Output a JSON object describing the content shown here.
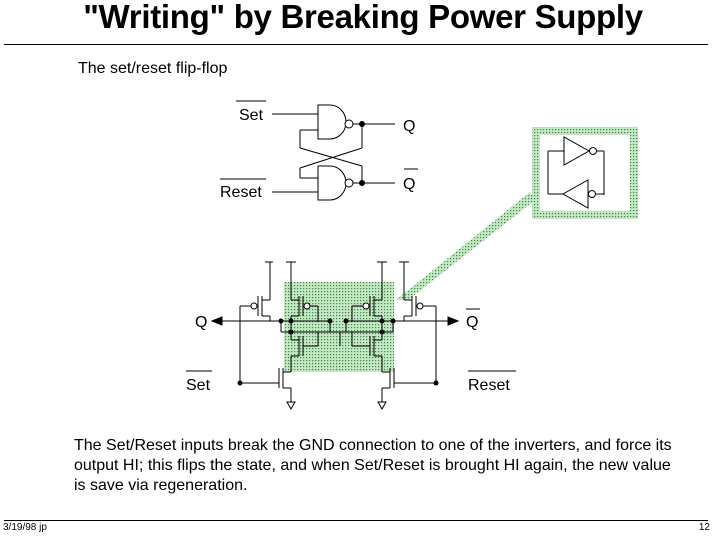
{
  "title": "\"Writing\" by Breaking Power Supply",
  "subtitle": "The set/reset flip-flop",
  "labels": {
    "set": "Set",
    "reset": "Reset",
    "q": "Q",
    "q_bar": "Q"
  },
  "description": "The Set/Reset inputs break the GND connection to one of the inverters, and force its output HI; this flips the state, and when Set/Reset is brought HI again, the new value is save via regeneration.",
  "footer": {
    "date": "3/19/98  jp",
    "page": "12"
  },
  "colors": {
    "highlight": "#b9deb9",
    "highlight_dot": "#2e8f3a"
  }
}
